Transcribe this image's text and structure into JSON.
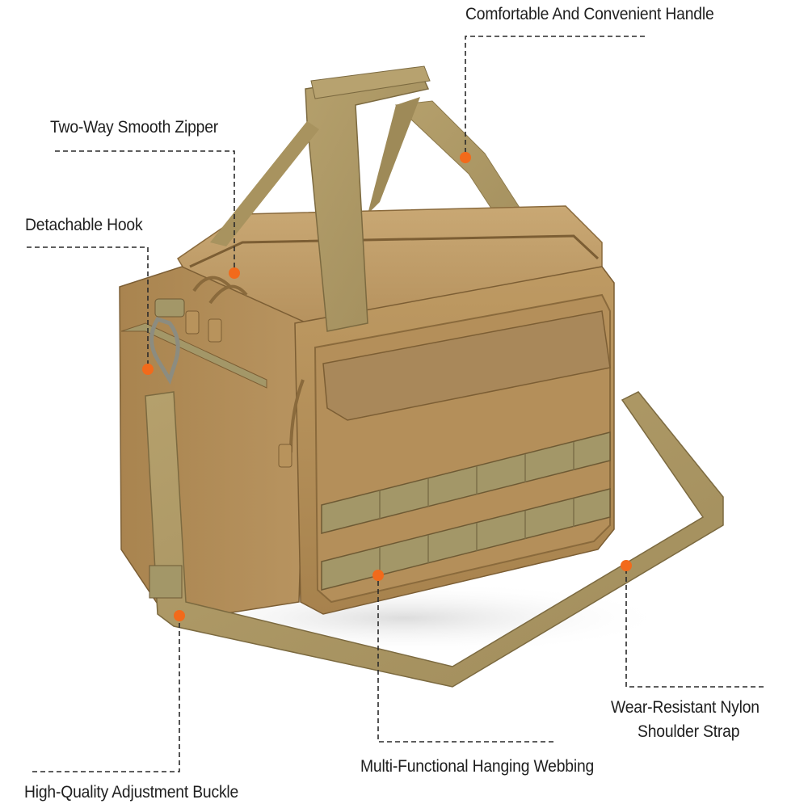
{
  "image": {
    "subject": "tactical range bag",
    "bag_color": "#B08A55",
    "bag_shadow_color": "#8A6A3C",
    "webbing_color": "#A39768",
    "marker_color": "#F26A1B",
    "leader_line_color": "#2a2a2a"
  },
  "callouts": [
    {
      "id": "handle",
      "label": "Comfortable And Convenient Handle"
    },
    {
      "id": "zipper",
      "label": "Two-Way Smooth Zipper"
    },
    {
      "id": "hook",
      "label": "Detachable Hook"
    },
    {
      "id": "buckle",
      "label": "High-Quality Adjustment Buckle"
    },
    {
      "id": "webbing",
      "label": "Multi-Functional Hanging Webbing"
    },
    {
      "id": "strap",
      "label_line1": "Wear-Resistant Nylon",
      "label_line2": "Shoulder Strap"
    }
  ]
}
